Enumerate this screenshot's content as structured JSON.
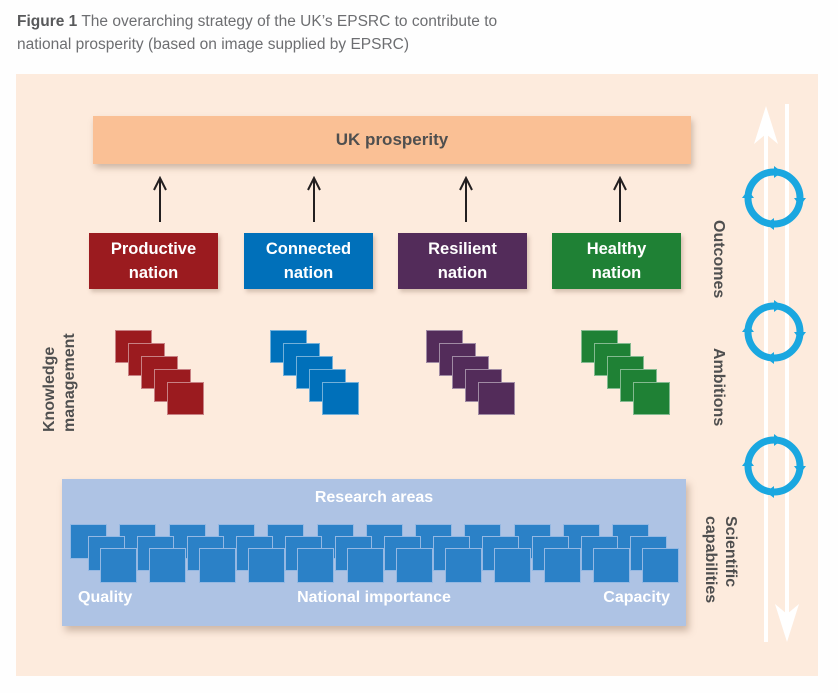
{
  "caption": {
    "label": "Figure 1",
    "text": " The overarching strategy of the UK’s EPSRC to contribute to national prosperity (based on image supplied by EPSRC)"
  },
  "diagram": {
    "top_box": "UK prosperity",
    "nations": [
      {
        "line1": "Productive",
        "line2": "nation",
        "color": "#9b1b1f"
      },
      {
        "line1": "Connected",
        "line2": "nation",
        "color": "#0070ba"
      },
      {
        "line1": "Resilient",
        "line2": "nation",
        "color": "#532c5a"
      },
      {
        "line1": "Healthy",
        "line2": "nation",
        "color": "#1f8135"
      }
    ],
    "left_label": {
      "line1": "Knowledge",
      "line2": "management"
    },
    "right_labels": {
      "outcomes": "Outcomes",
      "ambitions": "Ambitions",
      "scientific_line1": "Scientific",
      "scientific_line2": "capabilities"
    },
    "research": {
      "title": "Research areas",
      "left": "Quality",
      "center": "National importance",
      "right": "Capacity",
      "square_color": "#2b81c7"
    },
    "colors": {
      "panel": "#fdebdd",
      "top_box": "#fac095",
      "research_box": "#aec3e4",
      "cycle": "#1aa7e0"
    }
  }
}
